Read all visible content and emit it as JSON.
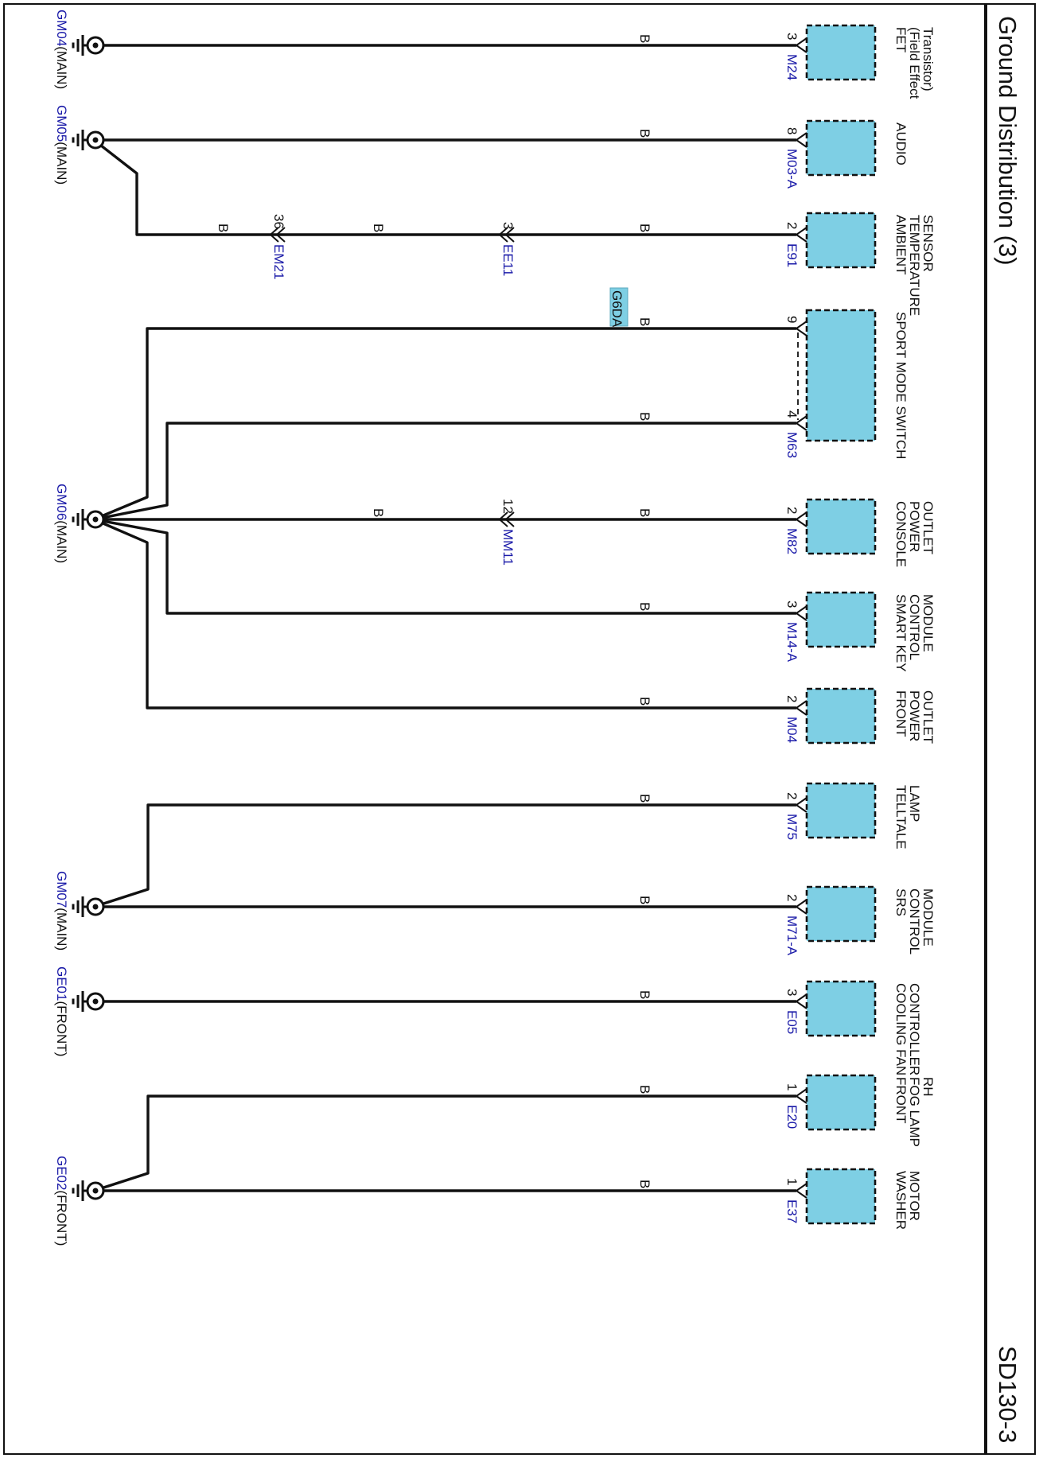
{
  "page": {
    "title": "Ground Distribution (3)",
    "page_code": "SD130-3"
  },
  "colors": {
    "component_fill": "#7ecfe4",
    "connector_label": "#1a1aa8",
    "wire": "#111111"
  },
  "wire_color": "B",
  "splice_tag": "G6DA",
  "grounds": [
    {
      "id": "gm04",
      "label": "GM04(MAIN)"
    },
    {
      "id": "gm05",
      "label": "GM05(MAIN)"
    },
    {
      "id": "gm06",
      "label": "GM06(MAIN)"
    },
    {
      "id": "gm07",
      "label": "GM07(MAIN)"
    },
    {
      "id": "ge01",
      "label": "GE01(FRONT)"
    },
    {
      "id": "ge02",
      "label": "GE02(FRONT)"
    }
  ],
  "components": [
    {
      "id": "fet",
      "name": [
        "FET",
        "(Field Effect",
        "Transistor)"
      ],
      "connector": "M24",
      "pins": [
        "3"
      ],
      "ground": "GM04(MAIN)"
    },
    {
      "id": "audio",
      "name": [
        "AUDIO"
      ],
      "connector": "M03-A",
      "pins": [
        "8"
      ],
      "ground": "GM05(MAIN)"
    },
    {
      "id": "ambient",
      "name": [
        "AMBIENT",
        "TEMPERATURE",
        "SENSOR"
      ],
      "connector": "E91",
      "pins": [
        "2"
      ],
      "ground": "GM05(MAIN)",
      "inline": [
        {
          "connector": "EE11",
          "pin": "3"
        },
        {
          "connector": "EM21",
          "pin": "36"
        }
      ]
    },
    {
      "id": "sport",
      "name": [
        "SPORT MODE SWITCH"
      ],
      "connector": "M63",
      "pins": [
        "9",
        "4"
      ],
      "ground": "GM06(MAIN)"
    },
    {
      "id": "console",
      "name": [
        "CONSOLE",
        "POWER",
        "OUTLET"
      ],
      "connector": "M82",
      "pins": [
        "2"
      ],
      "ground": "GM06(MAIN)",
      "inline": [
        {
          "connector": "MM11",
          "pin": "12"
        }
      ]
    },
    {
      "id": "smartkey",
      "name": [
        "SMART KEY",
        "CONTROL",
        "MODULE"
      ],
      "connector": "M14-A",
      "pins": [
        "3"
      ],
      "ground": "GM06(MAIN)"
    },
    {
      "id": "frontpower",
      "name": [
        "FRONT",
        "POWER",
        "OUTLET"
      ],
      "connector": "M04",
      "pins": [
        "2"
      ],
      "ground": "GM06(MAIN)"
    },
    {
      "id": "telltale",
      "name": [
        "TELLTALE",
        "LAMP"
      ],
      "connector": "M75",
      "pins": [
        "2"
      ],
      "ground": "GM07(MAIN)"
    },
    {
      "id": "srs",
      "name": [
        "SRS",
        "CONTROL",
        "MODULE"
      ],
      "connector": "M71-A",
      "pins": [
        "2"
      ],
      "ground": "GM07(MAIN)"
    },
    {
      "id": "coolingfan",
      "name": [
        "COOLING FAN",
        "CONTROLLER"
      ],
      "connector": "E05",
      "pins": [
        "3"
      ],
      "ground": "GE01(FRONT)"
    },
    {
      "id": "foglamp",
      "name": [
        "FRONT",
        "FOG LAMP",
        "RH"
      ],
      "connector": "E20",
      "pins": [
        "1"
      ],
      "ground": "GE02(FRONT)"
    },
    {
      "id": "washer",
      "name": [
        "WASHER",
        "MOTOR"
      ],
      "connector": "E37",
      "pins": [
        "1"
      ],
      "ground": "GE02(FRONT)"
    }
  ]
}
